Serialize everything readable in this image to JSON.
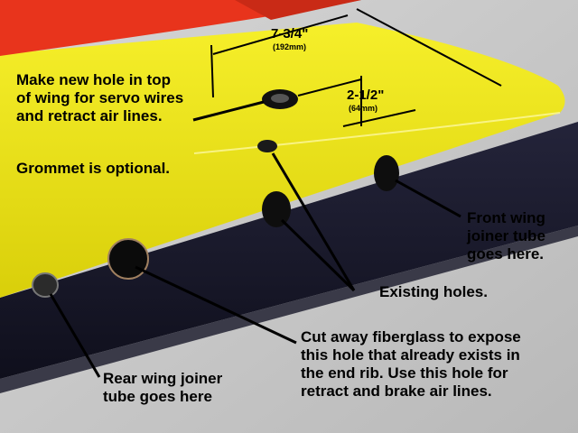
{
  "photo": {
    "colors": {
      "background": "#c9c9c9",
      "wing_red": "#e8341c",
      "wing_yellow": "#f2ea10",
      "wing_dark": "#1b1b2e",
      "annotation": "#000000"
    },
    "annotations": {
      "dimension_chord": {
        "value": "7-3/4\"",
        "metric": "(192mm)"
      },
      "dimension_depth": {
        "value": "2-1/2\"",
        "metric": "(64mm)"
      },
      "new_hole_note": "Make new hole in top\nof wing for servo wires\nand retract air lines.",
      "grommet_note": "Grommet is optional.",
      "front_tube_note": "Front wing\njoiner tube\ngoes here.",
      "existing_holes_note": "Existing holes.",
      "cut_away_note": "Cut away fiberglass to expose\nthis hole that already exists in\nthe end rib.  Use this hole for\nretract and brake air lines.",
      "rear_tube_note": "Rear wing joiner\ntube goes here"
    }
  }
}
